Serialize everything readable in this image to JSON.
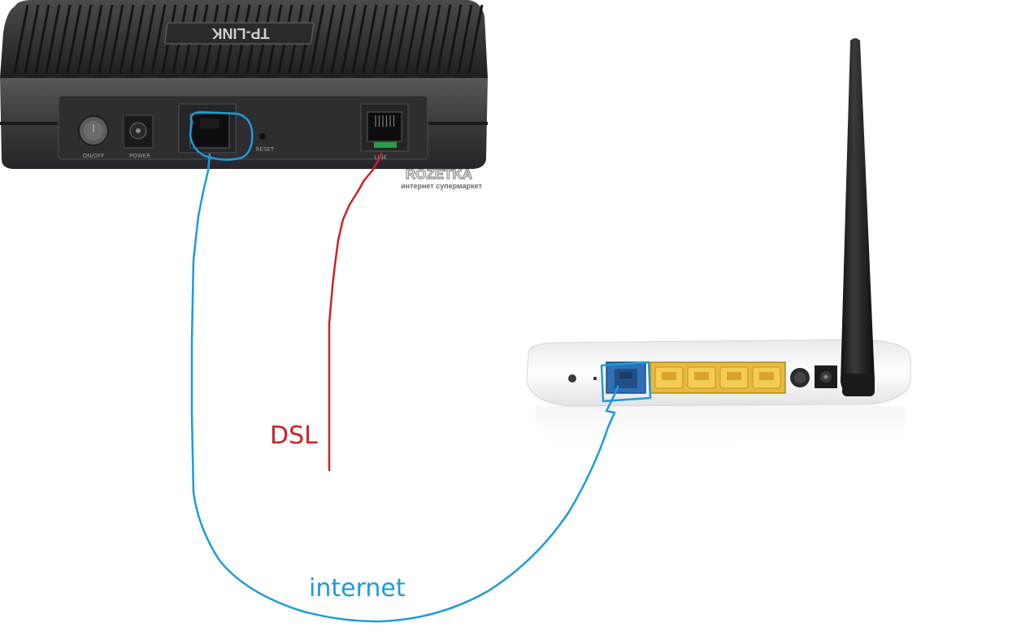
{
  "modem": {
    "brand": "TP-LINK",
    "port_labels": {
      "onoff": "ON/OFF",
      "power": "POWER",
      "reset": "RESET",
      "line": "LINE"
    }
  },
  "watermark": {
    "title": "ROZETKA",
    "subtitle": "интернет супермаркет"
  },
  "annotations": {
    "dsl_label": "DSL",
    "internet_label": "internet"
  },
  "colors": {
    "dsl_cable": "#d21f26",
    "internet_cable": "#1e9bd7",
    "modem_body": "#2f2f31",
    "router_body": "#f4f4f6",
    "lan_ports": "#e8b93a",
    "wan_port": "#2f6fb8"
  }
}
